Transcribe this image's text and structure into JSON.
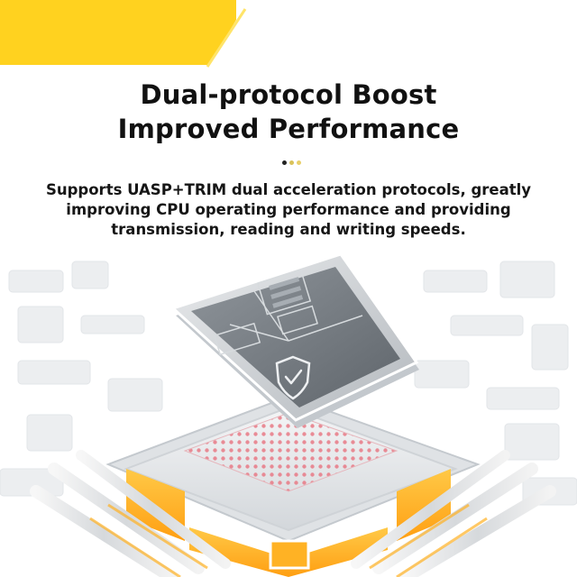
{
  "heading": {
    "line1": "Dual-protocol Boost",
    "line2": "Improved Performance"
  },
  "description": {
    "line1": "Supports UASP+TRIM dual acceleration protocols, greatly",
    "line2": "improving CPU operating performance and providing",
    "line3": "transmission, reading and writing speeds."
  },
  "pager_dots": [
    {
      "color": "#222222",
      "active": true
    },
    {
      "color": "#d9c25a",
      "active": false
    },
    {
      "color": "#e8cf6a",
      "active": false
    }
  ],
  "colors": {
    "accent_yellow": "#ffd21f",
    "heatsink_orange": "#ffb224",
    "chip_gray": "#8c9298",
    "pin_pink": "#e87a86"
  },
  "icons": [
    "shield-check-icon"
  ]
}
